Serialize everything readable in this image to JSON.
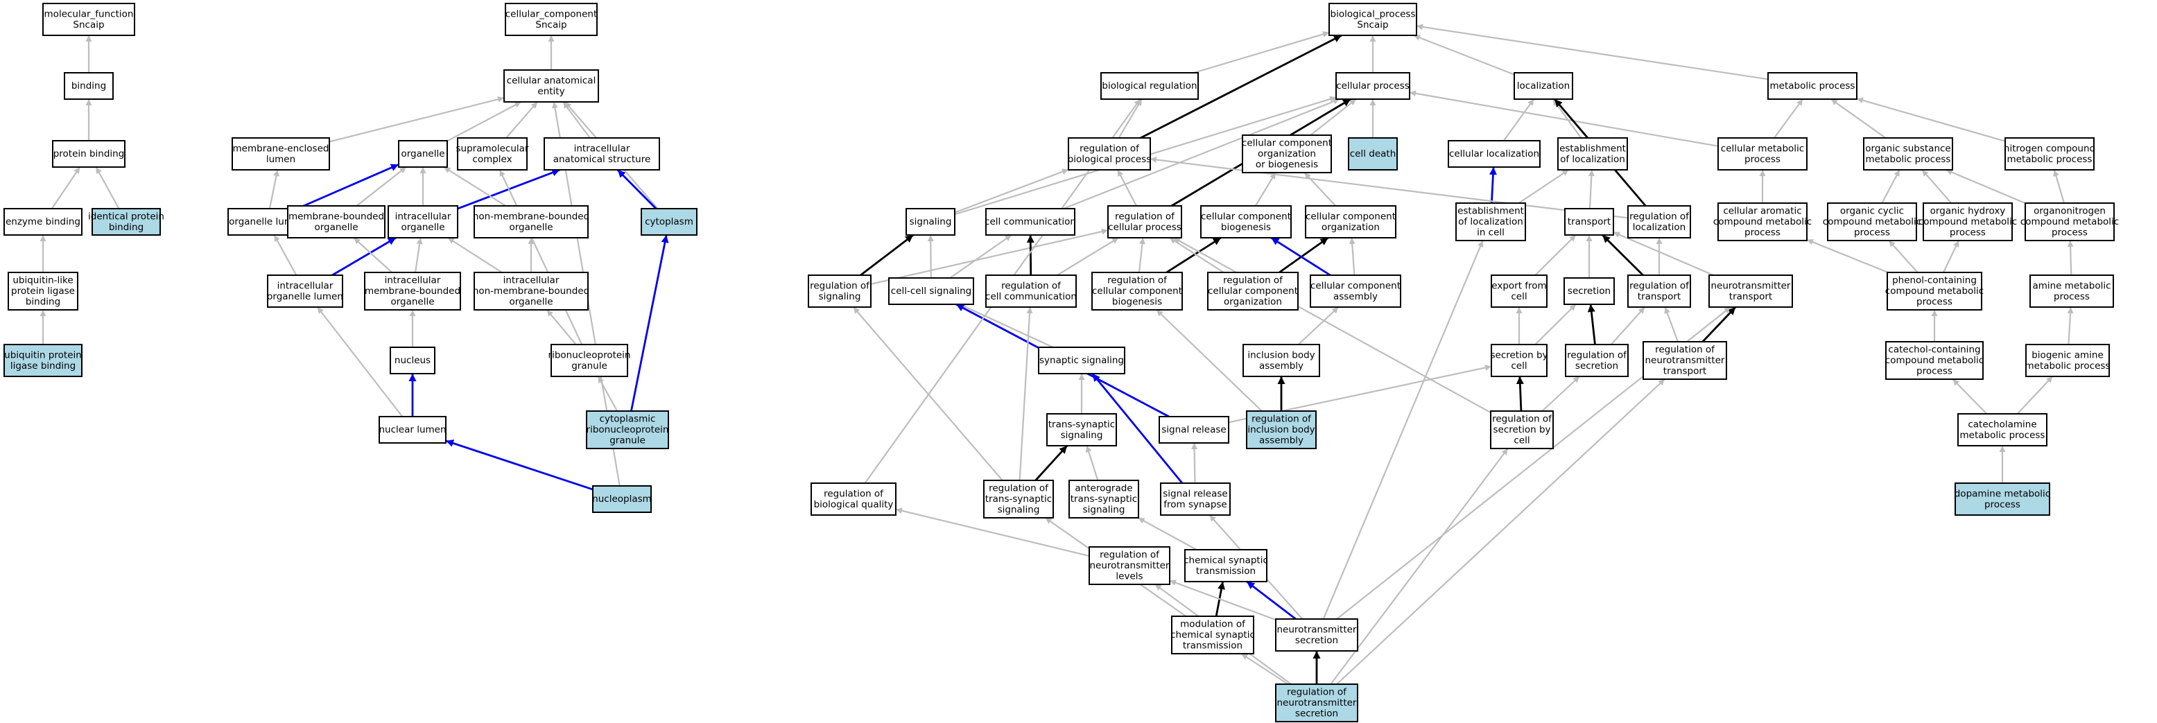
{
  "colors": {
    "plain": "#ffffff",
    "highlight": "#add8e6",
    "grey_edge": "#bdbdbd",
    "black_edge": "#000000",
    "blue_edge": "#0000ee"
  },
  "nodes": [
    {
      "id": "mf",
      "lines": [
        "molecular_function",
        "Sncaip"
      ],
      "hl": false
    },
    {
      "id": "binding",
      "lines": [
        "binding"
      ],
      "hl": false
    },
    {
      "id": "protbind",
      "lines": [
        "protein binding"
      ],
      "hl": false
    },
    {
      "id": "enzbind",
      "lines": [
        "enzyme binding"
      ],
      "hl": false
    },
    {
      "id": "identprot",
      "lines": [
        "identical protein",
        "binding"
      ],
      "hl": true
    },
    {
      "id": "ubiqlike",
      "lines": [
        "ubiquitin-like",
        "protein ligase",
        "binding"
      ],
      "hl": false
    },
    {
      "id": "ubiqprot",
      "lines": [
        "ubiquitin protein",
        "ligase binding"
      ],
      "hl": true
    },
    {
      "id": "cc",
      "lines": [
        "cellular_component",
        "Sncaip"
      ],
      "hl": false
    },
    {
      "id": "cae",
      "lines": [
        "cellular anatomical",
        "entity"
      ],
      "hl": false
    },
    {
      "id": "membencl",
      "lines": [
        "membrane-enclosed",
        "lumen"
      ],
      "hl": false
    },
    {
      "id": "organelle",
      "lines": [
        "organelle"
      ],
      "hl": false
    },
    {
      "id": "supramol",
      "lines": [
        "supramolecular",
        "complex"
      ],
      "hl": false
    },
    {
      "id": "intracell",
      "lines": [
        "intracellular",
        "anatomical structure"
      ],
      "hl": false
    },
    {
      "id": "orglumen",
      "lines": [
        "organelle lumen"
      ],
      "hl": false
    },
    {
      "id": "membbound",
      "lines": [
        "membrane-bounded",
        "organelle"
      ],
      "hl": false
    },
    {
      "id": "intraorg",
      "lines": [
        "intracellular",
        "organelle"
      ],
      "hl": false
    },
    {
      "id": "nonmemb",
      "lines": [
        "non-membrane-bounded",
        "organelle"
      ],
      "hl": false
    },
    {
      "id": "cytoplasm",
      "lines": [
        "cytoplasm"
      ],
      "hl": true
    },
    {
      "id": "intraorglumen",
      "lines": [
        "intracellular",
        "organelle lumen"
      ],
      "hl": false
    },
    {
      "id": "intramembbound",
      "lines": [
        "intracellular",
        "membrane-bounded",
        "organelle"
      ],
      "hl": false
    },
    {
      "id": "intranonmemb",
      "lines": [
        "intracellular",
        "non-membrane-bounded",
        "organelle"
      ],
      "hl": false
    },
    {
      "id": "nucleus",
      "lines": [
        "nucleus"
      ],
      "hl": false
    },
    {
      "id": "ribonuc",
      "lines": [
        "ribonucleoprotein",
        "granule"
      ],
      "hl": false
    },
    {
      "id": "nuclumen",
      "lines": [
        "nuclear lumen"
      ],
      "hl": false
    },
    {
      "id": "cytoribo",
      "lines": [
        "cytoplasmic",
        "ribonucleoprotein",
        "granule"
      ],
      "hl": true
    },
    {
      "id": "nucleoplasm",
      "lines": [
        "nucleoplasm"
      ],
      "hl": true
    },
    {
      "id": "bp",
      "lines": [
        "biological_process",
        "Sncaip"
      ],
      "hl": false
    },
    {
      "id": "bioreg",
      "lines": [
        "biological regulation"
      ],
      "hl": false
    },
    {
      "id": "cellproc",
      "lines": [
        "cellular process"
      ],
      "hl": false
    },
    {
      "id": "localization",
      "lines": [
        "localization"
      ],
      "hl": false
    },
    {
      "id": "metproc",
      "lines": [
        "metabolic process"
      ],
      "hl": false
    },
    {
      "id": "regbioproc",
      "lines": [
        "regulation of",
        "biological process"
      ],
      "hl": false
    },
    {
      "id": "ccorg",
      "lines": [
        "cellular component",
        "organization",
        "or biogenesis"
      ],
      "hl": false
    },
    {
      "id": "celldeath",
      "lines": [
        "cell death"
      ],
      "hl": true
    },
    {
      "id": "cellloc",
      "lines": [
        "cellular localization"
      ],
      "hl": false
    },
    {
      "id": "estloc",
      "lines": [
        "establishment",
        "of localization"
      ],
      "hl": false
    },
    {
      "id": "cellmet",
      "lines": [
        "cellular metabolic",
        "process"
      ],
      "hl": false
    },
    {
      "id": "orgsubst",
      "lines": [
        "organic substance",
        "metabolic process"
      ],
      "hl": false
    },
    {
      "id": "nitrogen",
      "lines": [
        "nitrogen compound",
        "metabolic process"
      ],
      "hl": false
    },
    {
      "id": "signaling",
      "lines": [
        "signaling"
      ],
      "hl": false
    },
    {
      "id": "cellcomm",
      "lines": [
        "cell communication"
      ],
      "hl": false
    },
    {
      "id": "regcellproc",
      "lines": [
        "regulation of",
        "cellular process"
      ],
      "hl": false
    },
    {
      "id": "ccbiogen",
      "lines": [
        "cellular component",
        "biogenesis"
      ],
      "hl": false
    },
    {
      "id": "ccorgan",
      "lines": [
        "cellular component",
        "organization"
      ],
      "hl": false
    },
    {
      "id": "estlocincell",
      "lines": [
        "establishment",
        "of localization",
        "in cell"
      ],
      "hl": false
    },
    {
      "id": "transport",
      "lines": [
        "transport"
      ],
      "hl": false
    },
    {
      "id": "regloc",
      "lines": [
        "regulation of",
        "localization"
      ],
      "hl": false
    },
    {
      "id": "cellarom",
      "lines": [
        "cellular aromatic",
        "compound metabolic",
        "process"
      ],
      "hl": false
    },
    {
      "id": "orgcyclic",
      "lines": [
        "organic cyclic",
        "compound metabolic",
        "process"
      ],
      "hl": false
    },
    {
      "id": "orghydroxy",
      "lines": [
        "organic hydroxy",
        "compound metabolic",
        "process"
      ],
      "hl": false
    },
    {
      "id": "organonitrogen",
      "lines": [
        "organonitrogen",
        "compound metabolic",
        "process"
      ],
      "hl": false
    },
    {
      "id": "regsignaling",
      "lines": [
        "regulation of",
        "signaling"
      ],
      "hl": false
    },
    {
      "id": "cellcellsig",
      "lines": [
        "cell-cell signaling"
      ],
      "hl": false
    },
    {
      "id": "regcellcomm",
      "lines": [
        "regulation of",
        "cell communication"
      ],
      "hl": false
    },
    {
      "id": "regccbiogen",
      "lines": [
        "regulation of",
        "cellular component",
        "biogenesis"
      ],
      "hl": false
    },
    {
      "id": "regccorgan",
      "lines": [
        "regulation of",
        "cellular component",
        "organization"
      ],
      "hl": false
    },
    {
      "id": "ccassembly",
      "lines": [
        "cellular component",
        "assembly"
      ],
      "hl": false
    },
    {
      "id": "exportcell",
      "lines": [
        "export from",
        "cell"
      ],
      "hl": false
    },
    {
      "id": "secretion",
      "lines": [
        "secretion"
      ],
      "hl": false
    },
    {
      "id": "regtransport",
      "lines": [
        "regulation of",
        "transport"
      ],
      "hl": false
    },
    {
      "id": "ntransport",
      "lines": [
        "neurotransmitter",
        "transport"
      ],
      "hl": false
    },
    {
      "id": "phenol",
      "lines": [
        "phenol-containing",
        "compound metabolic",
        "process"
      ],
      "hl": false
    },
    {
      "id": "amine",
      "lines": [
        "amine metabolic",
        "process"
      ],
      "hl": false
    },
    {
      "id": "synsig",
      "lines": [
        "synaptic signaling"
      ],
      "hl": false
    },
    {
      "id": "inclbody",
      "lines": [
        "inclusion body",
        "assembly"
      ],
      "hl": false
    },
    {
      "id": "secbycell",
      "lines": [
        "secretion by",
        "cell"
      ],
      "hl": false
    },
    {
      "id": "regsecretion",
      "lines": [
        "regulation of",
        "secretion"
      ],
      "hl": false
    },
    {
      "id": "regntransport",
      "lines": [
        "regulation of",
        "neurotransmitter",
        "transport"
      ],
      "hl": false
    },
    {
      "id": "catechol",
      "lines": [
        "catechol-containing",
        "compound metabolic",
        "process"
      ],
      "hl": false
    },
    {
      "id": "biogenic",
      "lines": [
        "biogenic amine",
        "metabolic process"
      ],
      "hl": false
    },
    {
      "id": "transsyn",
      "lines": [
        "trans-synaptic",
        "signaling"
      ],
      "hl": false
    },
    {
      "id": "sigrelease",
      "lines": [
        "signal release"
      ],
      "hl": false
    },
    {
      "id": "reginclbody",
      "lines": [
        "regulation of",
        "inclusion body",
        "assembly"
      ],
      "hl": true
    },
    {
      "id": "regsecbycell",
      "lines": [
        "regulation of",
        "secretion by",
        "cell"
      ],
      "hl": false
    },
    {
      "id": "catecholamine",
      "lines": [
        "catecholamine",
        "metabolic process"
      ],
      "hl": false
    },
    {
      "id": "regbioqual",
      "lines": [
        "regulation of",
        "biological quality"
      ],
      "hl": false
    },
    {
      "id": "regtranssyn",
      "lines": [
        "regulation of",
        "trans-synaptic",
        "signaling"
      ],
      "hl": false
    },
    {
      "id": "anterograde",
      "lines": [
        "anterograde",
        "trans-synaptic",
        "signaling"
      ],
      "hl": false
    },
    {
      "id": "sigrelsyn",
      "lines": [
        "signal release",
        "from synapse"
      ],
      "hl": false
    },
    {
      "id": "dopamine",
      "lines": [
        "dopamine metabolic",
        "process"
      ],
      "hl": true
    },
    {
      "id": "regneurolevels",
      "lines": [
        "regulation of",
        "neurotransmitter",
        "levels"
      ],
      "hl": false
    },
    {
      "id": "chemsyn",
      "lines": [
        "chemical synaptic",
        "transmission"
      ],
      "hl": false
    },
    {
      "id": "modchemsyn",
      "lines": [
        "modulation of",
        "chemical synaptic",
        "transmission"
      ],
      "hl": false
    },
    {
      "id": "neurosec",
      "lines": [
        "neurotransmitter",
        "secretion"
      ],
      "hl": false
    },
    {
      "id": "regneurosec",
      "lines": [
        "regulation of",
        "neurotransmitter",
        "secretion"
      ],
      "hl": true
    }
  ],
  "edges": [
    [
      "binding",
      "mf",
      "g"
    ],
    [
      "protbind",
      "binding",
      "g"
    ],
    [
      "enzbind",
      "protbind",
      "g"
    ],
    [
      "identprot",
      "protbind",
      "g"
    ],
    [
      "ubiqlike",
      "enzbind",
      "g"
    ],
    [
      "ubiqprot",
      "ubiqlike",
      "g"
    ],
    [
      "cae",
      "cc",
      "g"
    ],
    [
      "membencl",
      "cae",
      "g"
    ],
    [
      "organelle",
      "cae",
      "g"
    ],
    [
      "supramol",
      "cae",
      "g"
    ],
    [
      "intracell",
      "cae",
      "g"
    ],
    [
      "cytoplasm",
      "cae",
      "g"
    ],
    [
      "nucleoplasm",
      "cae",
      "g"
    ],
    [
      "orglumen",
      "membencl",
      "g"
    ],
    [
      "orglumen",
      "organelle",
      "b"
    ],
    [
      "membbound",
      "organelle",
      "g"
    ],
    [
      "intraorg",
      "organelle",
      "g"
    ],
    [
      "intraorg",
      "intracell",
      "b"
    ],
    [
      "nonmemb",
      "organelle",
      "g"
    ],
    [
      "cytoplasm",
      "intracell",
      "b"
    ],
    [
      "intraorglumen",
      "orglumen",
      "g"
    ],
    [
      "intraorglumen",
      "intraorg",
      "b"
    ],
    [
      "intramembbound",
      "membbound",
      "g"
    ],
    [
      "intramembbound",
      "intraorg",
      "g"
    ],
    [
      "intranonmemb",
      "nonmemb",
      "g"
    ],
    [
      "intranonmemb",
      "intraorg",
      "g"
    ],
    [
      "nucleus",
      "intramembbound",
      "g"
    ],
    [
      "ribonuc",
      "supramol",
      "g"
    ],
    [
      "ribonuc",
      "intranonmemb",
      "g"
    ],
    [
      "nuclumen",
      "intraorglumen",
      "g"
    ],
    [
      "nuclumen",
      "nucleus",
      "b"
    ],
    [
      "cytoribo",
      "ribonuc",
      "g"
    ],
    [
      "cytoribo",
      "cytoplasm",
      "b"
    ],
    [
      "nucleoplasm",
      "nuclumen",
      "b"
    ],
    [
      "bioreg",
      "bp",
      "g"
    ],
    [
      "cellproc",
      "bp",
      "g"
    ],
    [
      "localization",
      "bp",
      "g"
    ],
    [
      "metproc",
      "bp",
      "g"
    ],
    [
      "regbioproc",
      "bioreg",
      "g"
    ],
    [
      "regbioproc",
      "bp",
      "k"
    ],
    [
      "ccorg",
      "cellproc",
      "g"
    ],
    [
      "celldeath",
      "cellproc",
      "g"
    ],
    [
      "cellloc",
      "localization",
      "g"
    ],
    [
      "estloc",
      "localization",
      "g"
    ],
    [
      "cellmet",
      "metproc",
      "g"
    ],
    [
      "cellmet",
      "cellproc",
      "g"
    ],
    [
      "orgsubst",
      "metproc",
      "g"
    ],
    [
      "nitrogen",
      "metproc",
      "g"
    ],
    [
      "signaling",
      "cellproc",
      "g"
    ],
    [
      "signaling",
      "regbioproc",
      "g"
    ],
    [
      "cellcomm",
      "cellproc",
      "g"
    ],
    [
      "regcellproc",
      "regbioproc",
      "g"
    ],
    [
      "regcellproc",
      "cellproc",
      "k"
    ],
    [
      "ccbiogen",
      "ccorg",
      "g"
    ],
    [
      "ccorgan",
      "ccorg",
      "g"
    ],
    [
      "estlocincell",
      "cellloc",
      "b"
    ],
    [
      "estlocincell",
      "estloc",
      "g"
    ],
    [
      "transport",
      "estloc",
      "g"
    ],
    [
      "regloc",
      "localization",
      "k"
    ],
    [
      "regloc",
      "regbioproc",
      "g"
    ],
    [
      "cellarom",
      "cellmet",
      "g"
    ],
    [
      "orgcyclic",
      "orgsubst",
      "g"
    ],
    [
      "orghydroxy",
      "orgsubst",
      "g"
    ],
    [
      "organonitrogen",
      "orgsubst",
      "g"
    ],
    [
      "organonitrogen",
      "nitrogen",
      "g"
    ],
    [
      "regsignaling",
      "signaling",
      "k"
    ],
    [
      "regsignaling",
      "regcellproc",
      "g"
    ],
    [
      "cellcellsig",
      "signaling",
      "g"
    ],
    [
      "cellcellsig",
      "cellcomm",
      "g"
    ],
    [
      "regcellcomm",
      "cellcomm",
      "k"
    ],
    [
      "regcellcomm",
      "regcellproc",
      "g"
    ],
    [
      "regccbiogen",
      "ccbiogen",
      "k"
    ],
    [
      "regccbiogen",
      "regcellproc",
      "g"
    ],
    [
      "regccorgan",
      "ccorgan",
      "k"
    ],
    [
      "regccorgan",
      "regcellproc",
      "g"
    ],
    [
      "ccassembly",
      "ccbiogen",
      "b"
    ],
    [
      "ccassembly",
      "ccorgan",
      "g"
    ],
    [
      "exportcell",
      "transport",
      "g"
    ],
    [
      "secretion",
      "transport",
      "g"
    ],
    [
      "regtransport",
      "transport",
      "k"
    ],
    [
      "regtransport",
      "regloc",
      "g"
    ],
    [
      "ntransport",
      "transport",
      "g"
    ],
    [
      "phenol",
      "cellarom",
      "g"
    ],
    [
      "phenol",
      "orgcyclic",
      "g"
    ],
    [
      "phenol",
      "orghydroxy",
      "g"
    ],
    [
      "amine",
      "organonitrogen",
      "g"
    ],
    [
      "synsig",
      "cellcellsig",
      "g"
    ],
    [
      "inclbody",
      "ccassembly",
      "g"
    ],
    [
      "secbycell",
      "exportcell",
      "g"
    ],
    [
      "secbycell",
      "secretion",
      "g"
    ],
    [
      "regsecretion",
      "secretion",
      "k"
    ],
    [
      "regsecretion",
      "regtransport",
      "g"
    ],
    [
      "regntransport",
      "ntransport",
      "k"
    ],
    [
      "regntransport",
      "regtransport",
      "g"
    ],
    [
      "catechol",
      "phenol",
      "g"
    ],
    [
      "biogenic",
      "amine",
      "g"
    ],
    [
      "transsyn",
      "synsig",
      "g"
    ],
    [
      "sigrelease",
      "cellcellsig",
      "b"
    ],
    [
      "sigrelease",
      "secbycell",
      "g"
    ],
    [
      "reginclbody",
      "inclbody",
      "k"
    ],
    [
      "reginclbody",
      "regccbiogen",
      "g"
    ],
    [
      "regsecbycell",
      "secbycell",
      "k"
    ],
    [
      "regsecbycell",
      "regsecretion",
      "g"
    ],
    [
      "regsecbycell",
      "regcellproc",
      "g"
    ],
    [
      "catecholamine",
      "catechol",
      "g"
    ],
    [
      "catecholamine",
      "biogenic",
      "g"
    ],
    [
      "regbioqual",
      "bioreg",
      "g"
    ],
    [
      "regtranssyn",
      "transsyn",
      "k"
    ],
    [
      "regtranssyn",
      "regsignaling",
      "g"
    ],
    [
      "regtranssyn",
      "regcellcomm",
      "g"
    ],
    [
      "anterograde",
      "transsyn",
      "g"
    ],
    [
      "sigrelsyn",
      "sigrelease",
      "g"
    ],
    [
      "sigrelsyn",
      "synsig",
      "b"
    ],
    [
      "dopamine",
      "catecholamine",
      "g"
    ],
    [
      "regneurolevels",
      "regbioqual",
      "g"
    ],
    [
      "chemsyn",
      "anterograde",
      "g"
    ],
    [
      "modchemsyn",
      "chemsyn",
      "k"
    ],
    [
      "modchemsyn",
      "regtranssyn",
      "g"
    ],
    [
      "neurosec",
      "chemsyn",
      "b"
    ],
    [
      "neurosec",
      "sigrelsyn",
      "g"
    ],
    [
      "neurosec",
      "regneurolevels",
      "g"
    ],
    [
      "neurosec",
      "ntransport",
      "g"
    ],
    [
      "neurosec",
      "estlocincell",
      "g"
    ],
    [
      "regneurosec",
      "neurosec",
      "k"
    ],
    [
      "regneurosec",
      "modchemsyn",
      "g"
    ],
    [
      "regneurosec",
      "regneurolevels",
      "g"
    ],
    [
      "regneurosec",
      "regntransport",
      "g"
    ],
    [
      "regneurosec",
      "regsecbycell",
      "g"
    ]
  ]
}
